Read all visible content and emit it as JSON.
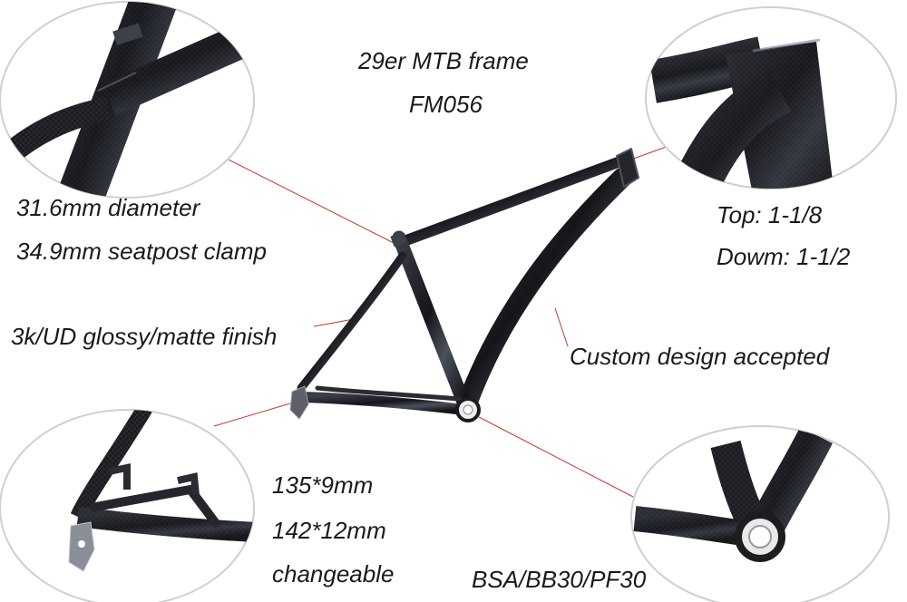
{
  "title": {
    "line1": "29er MTB frame",
    "line2": "FM056"
  },
  "seat": {
    "line1": "31.6mm diameter",
    "line2": "34.9mm seatpost clamp"
  },
  "head": {
    "line1": "Top: 1-1/8",
    "line2": "Dowm: 1-1/2"
  },
  "finish": "3k/UD glossy/matte finish",
  "custom": "Custom design accepted",
  "dropout": {
    "line1": "135*9mm",
    "line2": "142*12mm",
    "line3": "changeable"
  },
  "bb": "BSA/BB30/PF30",
  "colors": {
    "carbon": "#1c1d21",
    "carbon_highlight": "#5a6270",
    "leader_line": "#c0392b",
    "text": "#1a1a1a"
  }
}
